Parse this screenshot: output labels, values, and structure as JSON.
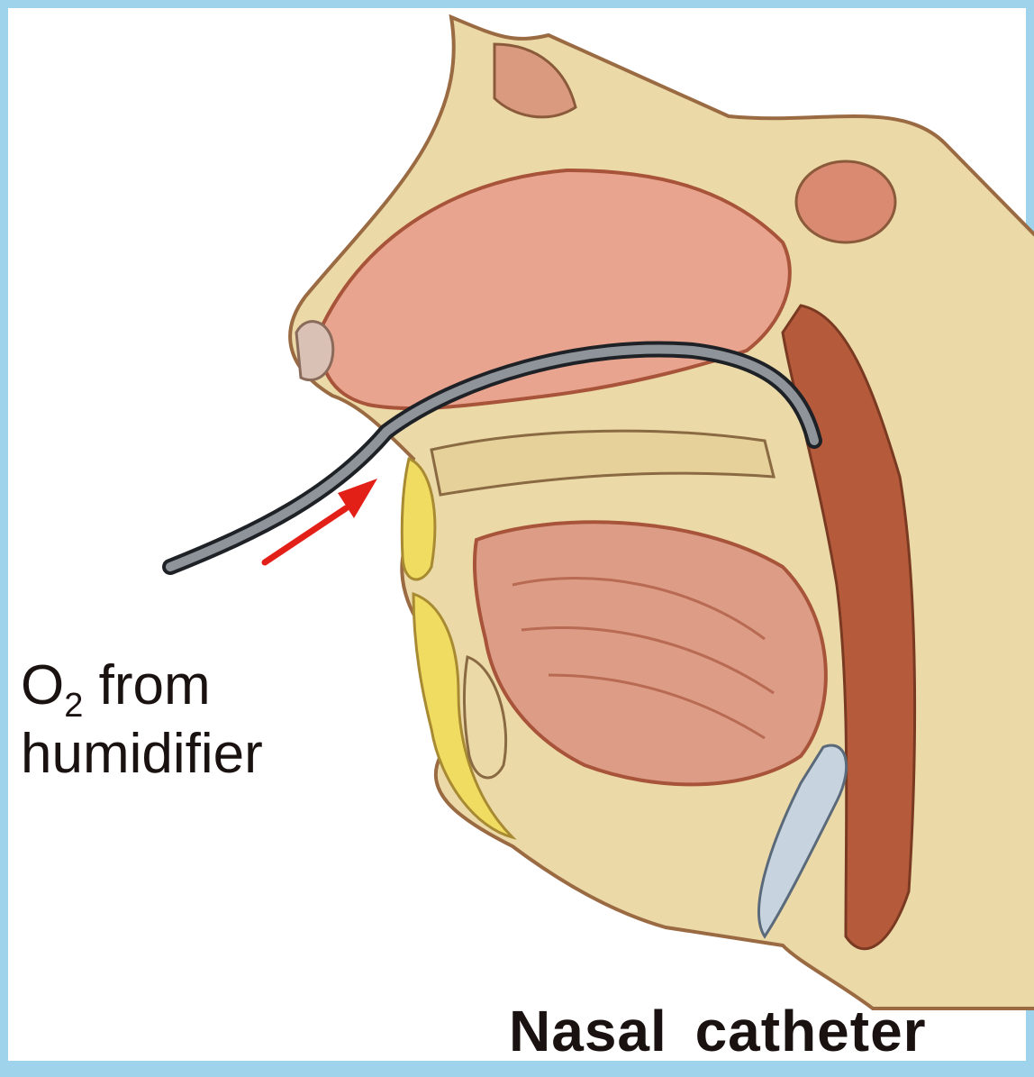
{
  "colors": {
    "frame": "#9fd3ec",
    "background": "#ffffff",
    "bone": "#ecd9a8",
    "cavity": "#e9a48f",
    "muscle": "#b65a3c",
    "fat": "#f1dc62",
    "catheter": "#4a4f55",
    "arrow": "#e22018"
  },
  "labels": {
    "o2_main": "O",
    "o2_sub": "2",
    "o2_rest": " from",
    "humidifier": "humidifier",
    "title": "Nasal catheter"
  }
}
